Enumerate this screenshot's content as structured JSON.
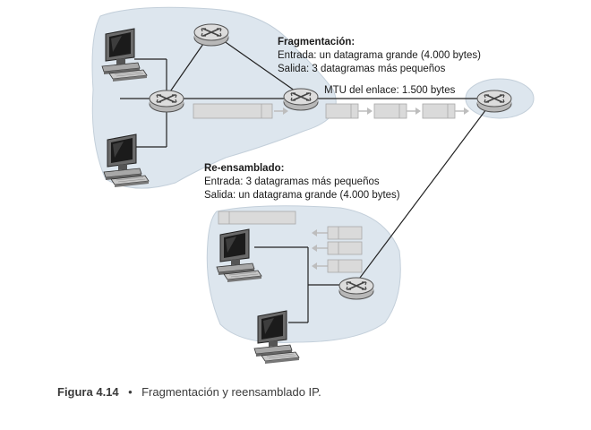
{
  "fragmentation": {
    "title": "Fragmentación:",
    "input": "Entrada: un datagrama grande (4.000 bytes)",
    "output": "Salida: 3 datagramas más pequeños"
  },
  "mtu_label": "MTU del enlace: 1.500 bytes",
  "reassembly": {
    "title": "Re-ensamblado:",
    "input": "Entrada: 3 datagramas más pequeños",
    "output": "Salida: un datagrama grande (4.000 bytes)"
  },
  "caption": {
    "figure": "Figura 4.14",
    "bullet": "•",
    "text": "Fragmentación y reensamblado IP."
  },
  "colors": {
    "network_cloud": "#dde6ee",
    "router": "#d4d4d4",
    "datagram": "#d9d9d9",
    "arrow": "#bdbdbd"
  },
  "icons": [
    "router-icon",
    "computer-icon"
  ]
}
